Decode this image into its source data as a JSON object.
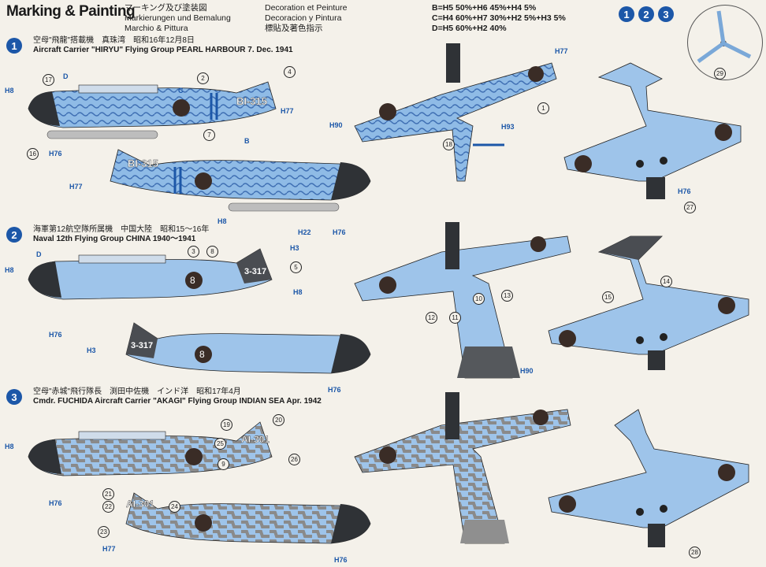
{
  "header": {
    "title": "Marking & Painting",
    "col1": [
      "マーキング及び塗装図",
      "Markierungen und Bemalung",
      "Marchio & Pittura"
    ],
    "col2": [
      "Decoration et Peinture",
      "Decoracion y Pintura",
      "標貼及著色指示"
    ],
    "mix": [
      "B=H5 50%+H6 45%+H4 5%",
      "C=H4 60%+H7 30%+H2 5%+H3 5%",
      "D=H5 60%+H2 40%"
    ],
    "top_badges": [
      "1",
      "2",
      "3"
    ]
  },
  "sections": [
    {
      "badge": "1",
      "ja": "空母\"飛龍\"搭載機　真珠湾　昭和16年12月8日",
      "en": "Aircraft Carrier \"HIRYU\" Flying Group PEARL HARBOUR 7. Dec. 1941",
      "tail_code": "BI-315"
    },
    {
      "badge": "2",
      "ja": "海軍第12航空隊所属機　中国大陸　昭和15〜16年",
      "en": "Naval 12th Flying Group CHINA 1940〜1941",
      "tail_code": "3-317",
      "fuselage_number": "8"
    },
    {
      "badge": "3",
      "ja": "空母\"赤城\"飛行隊長　渕田中佐機　インド洋　昭和17年4月",
      "en": "Cmdr. FUCHIDA Aircraft Carrier \"AKAGI\" Flying Group INDIAN SEA Apr. 1942",
      "tail_code": "AI-301"
    }
  ],
  "labels": {
    "h8": "H8",
    "h76": "H76",
    "h77": "H77",
    "h22": "H22",
    "h3": "H3",
    "h90": "H90",
    "h93": "H93",
    "b": "B",
    "c": "C",
    "d": "D",
    "n1": "1",
    "n2": "2",
    "n3": "3",
    "n4": "4",
    "n5": "5",
    "n7": "7",
    "n8": "8",
    "n9": "9",
    "n10": "10",
    "n11": "11",
    "n12": "12",
    "n13": "13",
    "n14": "14",
    "n15": "15",
    "n16": "16",
    "n17": "17",
    "n18": "18",
    "n19": "19",
    "n20": "20",
    "n21": "21",
    "n22": "22",
    "n23": "23",
    "n24": "24",
    "n25": "25",
    "n26": "26",
    "n27": "27",
    "n28": "28",
    "n29": "29"
  },
  "colors": {
    "blue": "#1c57a8",
    "camo_blue": "#7fb0e0",
    "light_blue": "#9ec4ea",
    "dark": "#2f3236",
    "grey": "#8f8f8f",
    "roundel": "#3a2c26"
  }
}
